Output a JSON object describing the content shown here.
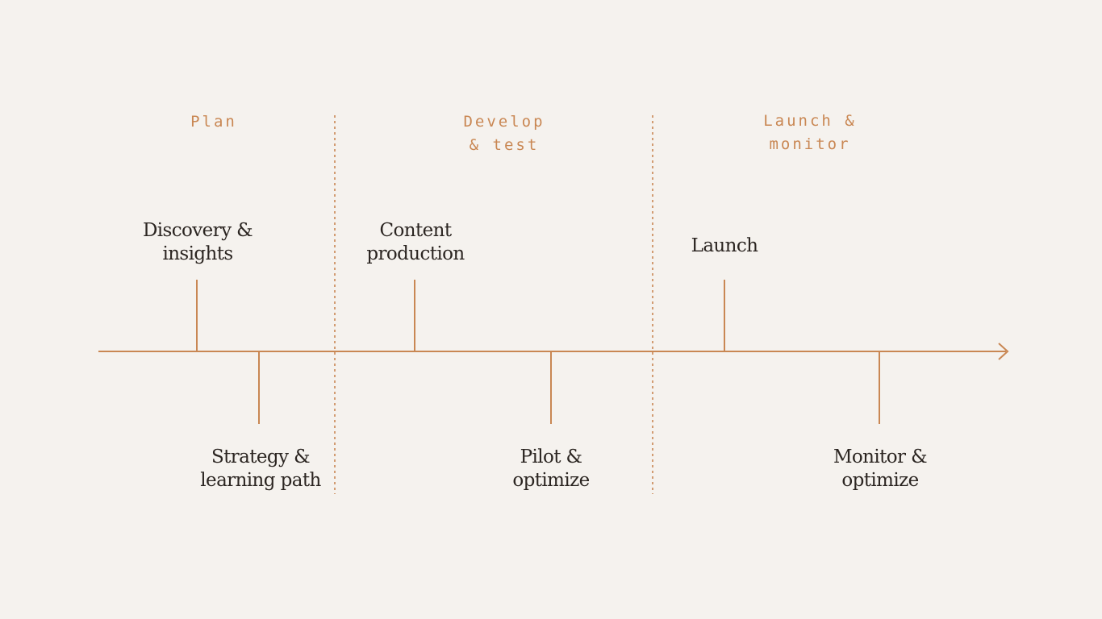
{
  "colors": {
    "background": "#f5f2ee",
    "accent": "#c98753",
    "milestone_text": "#2b2521",
    "phase_text": "#c98753"
  },
  "phases": [
    {
      "label": "Plan"
    },
    {
      "label": "Develop\n& test"
    },
    {
      "label": "Launch &\nmonitor"
    }
  ],
  "milestones": [
    {
      "label": "Discovery &\ninsights",
      "side": "above",
      "phase": "Plan"
    },
    {
      "label": "Strategy &\nlearning path",
      "side": "below",
      "phase": "Plan"
    },
    {
      "label": "Content\nproduction",
      "side": "above",
      "phase": "Develop & test"
    },
    {
      "label": "Pilot &\noptimize",
      "side": "below",
      "phase": "Develop & test"
    },
    {
      "label": "Launch",
      "side": "above",
      "phase": "Launch & monitor"
    },
    {
      "label": "Monitor &\noptimize",
      "side": "below",
      "phase": "Launch & monitor"
    }
  ],
  "arrow_icon": "arrow-right-icon"
}
